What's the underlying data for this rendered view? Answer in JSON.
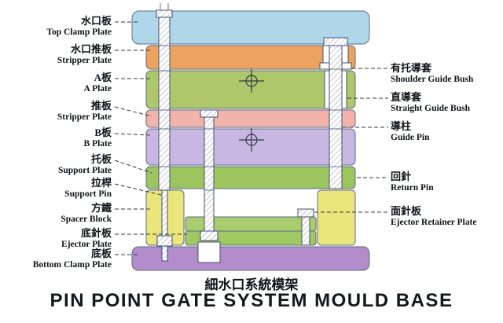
{
  "titles": {
    "chinese": "細水口系統模架",
    "english": "PIN POINT GATE SYSTEM MOULD BASE"
  },
  "left_labels": [
    {
      "zh": "水口板",
      "en": "Top Clamp Plate"
    },
    {
      "zh": "水口推板",
      "en": "Stripper Plate"
    },
    {
      "zh": "A板",
      "en": "A Plate"
    },
    {
      "zh": "推板",
      "en": "Stripper Plate"
    },
    {
      "zh": "B板",
      "en": "B Plate"
    },
    {
      "zh": "托板",
      "en": "Support Plate"
    },
    {
      "zh": "拉桿",
      "en": "Support Pin"
    },
    {
      "zh": "方鐵",
      "en": "Spacer Block"
    },
    {
      "zh": "底針板",
      "en": "Ejector Plate"
    },
    {
      "zh": "底板",
      "en": "Bottom Clamp Plate"
    }
  ],
  "right_labels": [
    {
      "zh": "有托導套",
      "en": "Shoulder Guide Bush"
    },
    {
      "zh": "直導套",
      "en": "Straight Guide Bush"
    },
    {
      "zh": "導柱",
      "en": "Guide Pin"
    },
    {
      "zh": "回針",
      "en": "Return Pin"
    },
    {
      "zh": "面針板",
      "en": "Ejector Retainer Plate"
    }
  ],
  "colors": {
    "top_clamp_plate": "#b0d6ea",
    "stripper_plate_upper": "#eca35f",
    "a_plate": "#aec76a",
    "stripper_plate_middle": "#f1b3aa",
    "b_plate": "#c9b7e3",
    "support_plate": "#9cc45f",
    "spacer_block": "#eae67c",
    "ejector_retainer_plate": "#a9cd6e",
    "ejector_plate": "#9fc863",
    "bottom_clamp_plate": "#b28ccb"
  }
}
